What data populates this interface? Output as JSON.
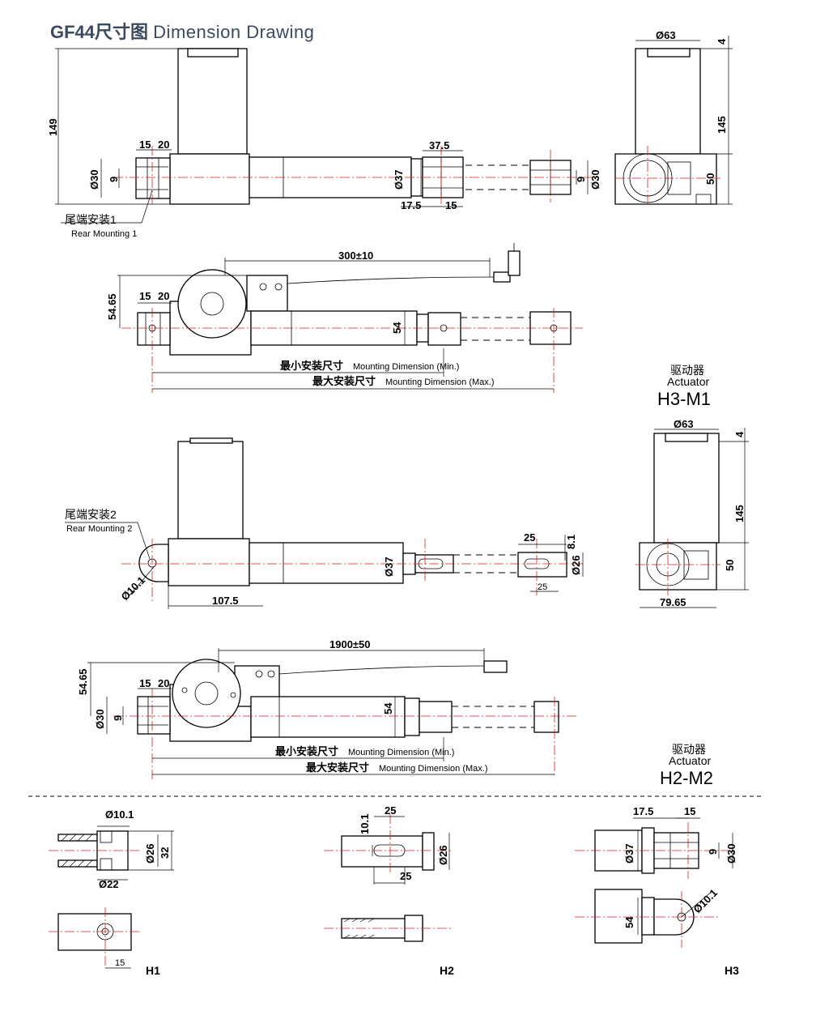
{
  "title": {
    "model": "GF44",
    "cn": "尺寸图",
    "en": "Dimension Drawing"
  },
  "rear_mounting_1": {
    "cn": "尾端安装1",
    "en": "Rear Mounting 1"
  },
  "rear_mounting_2": {
    "cn": "尾端安装2",
    "en": "Rear Mounting 2"
  },
  "mounting_min": {
    "cn": "最小安装尺寸",
    "en": "Mounting Dimension (Min.)"
  },
  "mounting_max": {
    "cn": "最大安装尺寸",
    "en": "Mounting Dimension (Max.)"
  },
  "actuator_1": {
    "cn": "驱动器",
    "en": "Actuator",
    "code": "H3-M1"
  },
  "actuator_2": {
    "cn": "驱动器",
    "en": "Actuator",
    "code": "H2-M2"
  },
  "sections": [
    "H1",
    "H2",
    "H3"
  ],
  "dims": {
    "d149": "149",
    "d15a": "15",
    "d20a": "20",
    "d30a": "Ø30",
    "d9a": "9",
    "d37a": "Ø37",
    "d375": "37.5",
    "d175a": "17.5",
    "d15b": "15",
    "d9b": "9",
    "d30b": "Ø30",
    "d63a": "Ø63",
    "d4a": "4",
    "d145a": "145",
    "d50a": "50",
    "d300": "300±10",
    "d5465a": "54.65",
    "d15c": "15",
    "d20c": "20",
    "d54a": "54",
    "d63b": "Ø63",
    "d4b": "4",
    "d145b": "145",
    "d50b": "50",
    "d7965": "79.65",
    "d101a": "Ø10.1",
    "d1075": "107.5",
    "d37b": "Ø37",
    "d25a": "25",
    "d81": "8.1",
    "d26a": "Ø26",
    "d25b": "25",
    "d1900": "1900±50",
    "d5465b": "54.65",
    "d15d": "15",
    "d20d": "20",
    "d30c": "Ø30",
    "d9c": "9",
    "d54b": "54",
    "h1_101": "Ø10.1",
    "h1_26": "Ø26",
    "h1_32": "32",
    "h1_22": "Ø22",
    "h1_15": "15",
    "h2_101": "10.1",
    "h2_25a": "25",
    "h2_26": "Ø26",
    "h2_25b": "25",
    "h3_175": "17.5",
    "h3_15": "15",
    "h3_37": "Ø37",
    "h3_9": "9",
    "h3_30": "Ø30",
    "h3_54": "54",
    "h3_101": "Ø10.1"
  },
  "colors": {
    "title": "#3b4a5e",
    "centerline": "#d91c1c",
    "line": "#000000"
  }
}
